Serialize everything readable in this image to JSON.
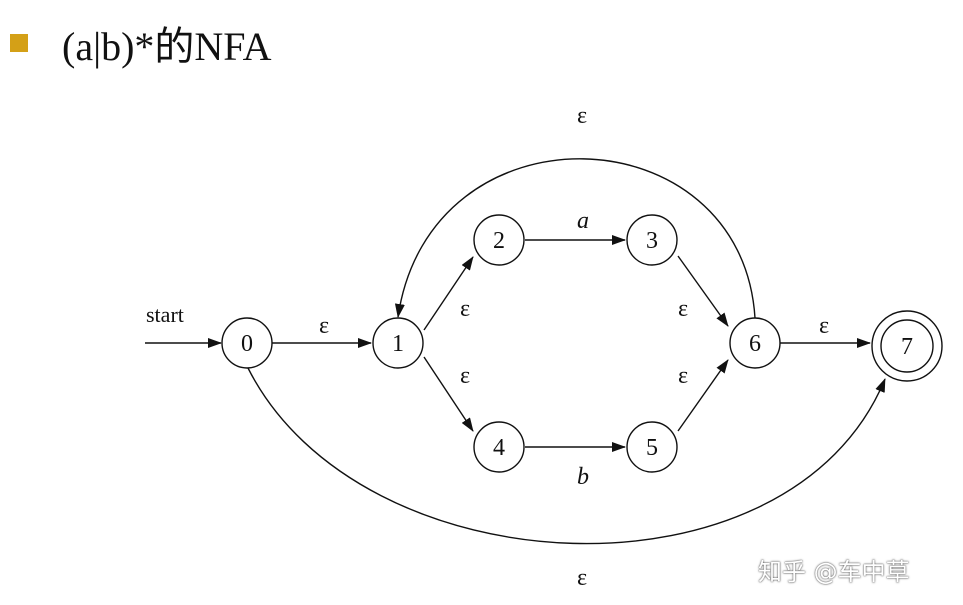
{
  "slide": {
    "title": "(a|b)*的NFA",
    "bullet_color": "#D4A017"
  },
  "diagram": {
    "start_label": "start",
    "states": [
      "0",
      "1",
      "2",
      "3",
      "4",
      "5",
      "6",
      "7"
    ],
    "accepting_states": [
      "7"
    ],
    "edges": [
      {
        "from": "0",
        "to": "1",
        "label": "ε"
      },
      {
        "from": "1",
        "to": "2",
        "label": "ε"
      },
      {
        "from": "1",
        "to": "4",
        "label": "ε"
      },
      {
        "from": "2",
        "to": "3",
        "label": "a"
      },
      {
        "from": "4",
        "to": "5",
        "label": "b"
      },
      {
        "from": "3",
        "to": "6",
        "label": "ε"
      },
      {
        "from": "5",
        "to": "6",
        "label": "ε"
      },
      {
        "from": "6",
        "to": "7",
        "label": "ε"
      },
      {
        "from": "6",
        "to": "1",
        "label": "ε"
      },
      {
        "from": "0",
        "to": "7",
        "label": "ε"
      }
    ]
  },
  "watermark": "知乎 @车中草"
}
